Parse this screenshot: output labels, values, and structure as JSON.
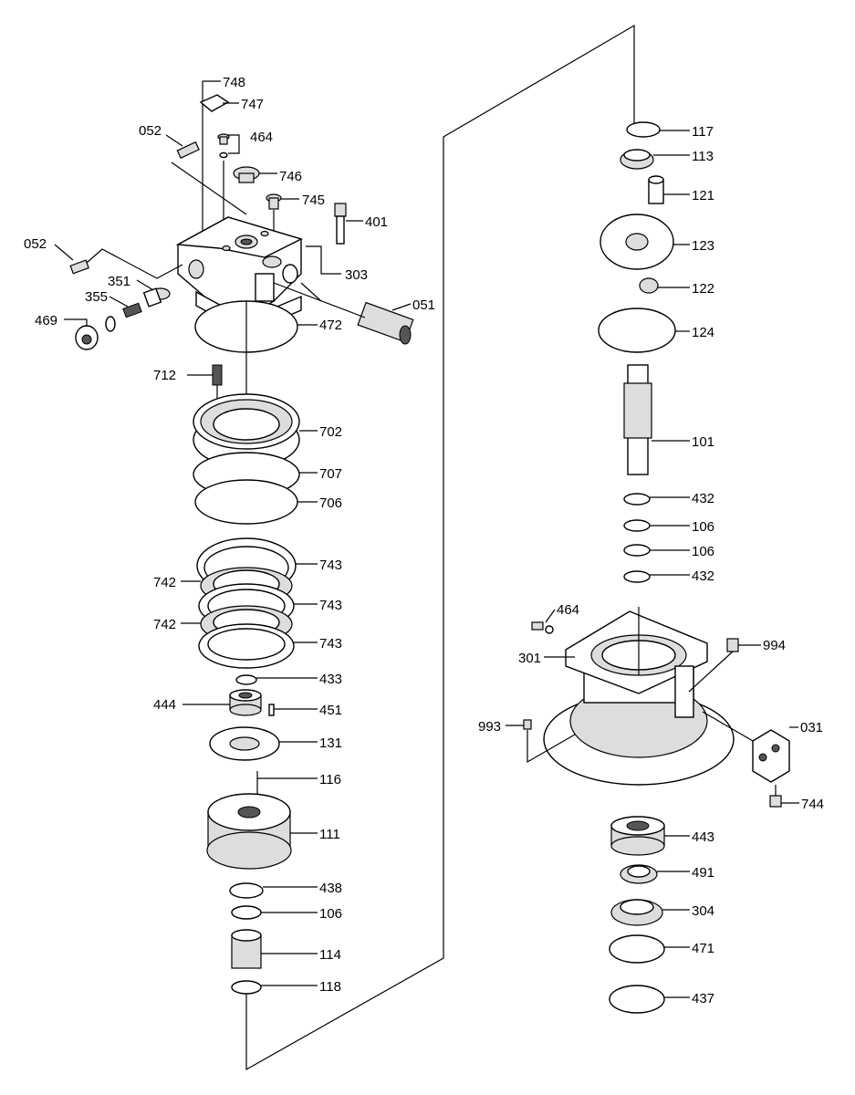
{
  "diagram": {
    "labels": {
      "l748": "748",
      "l747": "747",
      "l052a": "052",
      "l464a": "464",
      "l746": "746",
      "l745": "745",
      "l401": "401",
      "l052b": "052",
      "l303": "303",
      "l351": "351",
      "l355": "355",
      "l051": "051",
      "l469": "469",
      "l472": "472",
      "l712": "712",
      "l702": "702",
      "l707": "707",
      "l706": "706",
      "l743a": "743",
      "l742a": "742",
      "l743b": "743",
      "l742b": "742",
      "l743c": "743",
      "l433": "433",
      "l444": "444",
      "l451": "451",
      "l131": "131",
      "l116": "116",
      "l111": "111",
      "l438": "438",
      "l106a": "106",
      "l114": "114",
      "l118": "118",
      "l117": "117",
      "l113": "113",
      "l121": "121",
      "l123": "123",
      "l122": "122",
      "l124": "124",
      "l101": "101",
      "l432a": "432",
      "l106b": "106",
      "l106c": "106",
      "l432b": "432",
      "l464b": "464",
      "l301": "301",
      "l994": "994",
      "l993": "993",
      "l031": "031",
      "l744": "744",
      "l443": "443",
      "l491": "491",
      "l304": "304",
      "l471": "471",
      "l437": "437"
    }
  }
}
